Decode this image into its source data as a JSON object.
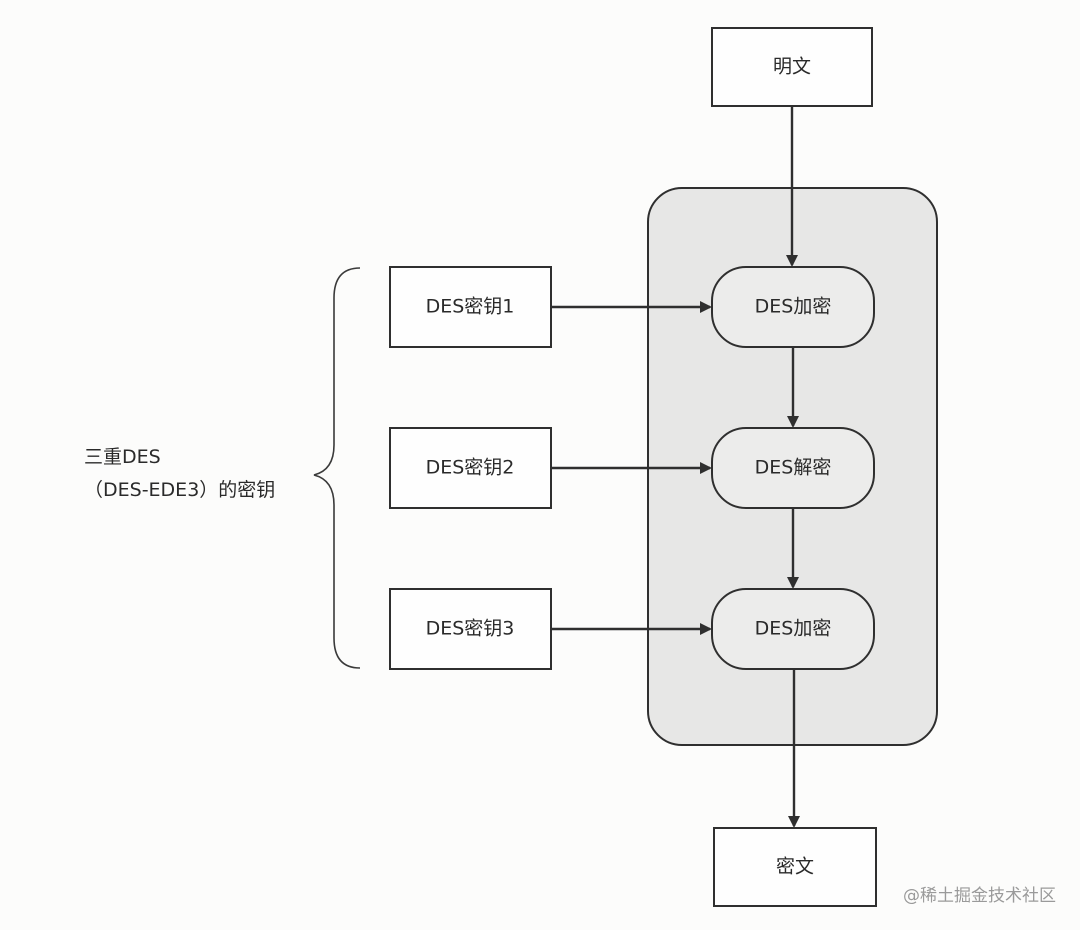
{
  "nodes": {
    "plaintext": "明文",
    "key1": "DES密钥1",
    "key2": "DES密钥2",
    "key3": "DES密钥3",
    "encrypt1": "DES加密",
    "decrypt2": "DES解密",
    "encrypt3": "DES加密",
    "ciphertext": "密文"
  },
  "brace_label": {
    "line1": "三重DES",
    "line2": "（DES-EDE3）的密钥"
  },
  "watermark": "@稀土掘金技术社区",
  "colors": {
    "stroke": "#2f2f2f",
    "panel_fill": "#e7e7e6",
    "box_fill": "#fefefe",
    "rounded_fill": "#ececeb"
  }
}
